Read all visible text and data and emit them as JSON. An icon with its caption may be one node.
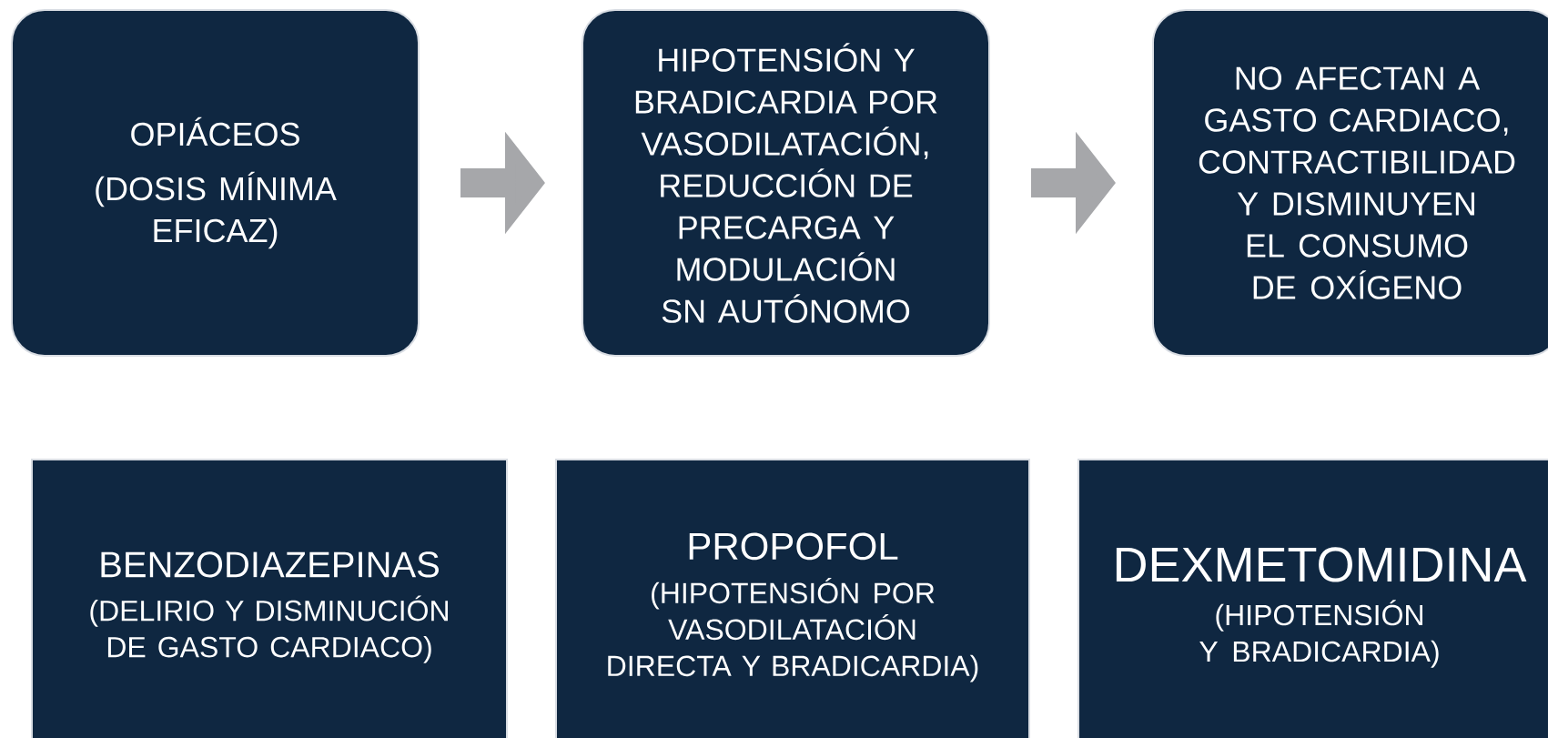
{
  "diagram": {
    "nodes": [
      {
        "text": [
          "OPIÁCEOS",
          "(DOSIS MÍNIMA EFICAZ)"
        ]
      },
      {
        "text": [
          "HIPOTENSIÓN Y BRADICARDIA POR VASODILATACIÓN, REDUCCIÓN DE PRECARGA Y MODULACIÓN SN AUTÓNOMO"
        ]
      },
      {
        "text": [
          "NO AFECTAN A GASTO CARDIACO, CONTRACTIBILIDAD Y DISMINUYEN EL CONSUMO DE OXÍGENO"
        ]
      },
      {
        "text": [
          "BENZODIAZEPINAS",
          "(DELIRIO Y DISMINUCIÓN DE GASTO CARDIACO)"
        ]
      },
      {
        "text": [
          "PROPOFOL",
          "(HIPOTENSIÓN POR VASODILATACIÓN DIRECTA Y BRADICARDIA)"
        ]
      },
      {
        "text": [
          "DEXMETOMIDINA",
          "(HIPOTENSIÓN Y BRADICARDIA)"
        ]
      }
    ],
    "edges": [
      {
        "from": 0,
        "to": 1,
        "arrow": "to"
      },
      {
        "from": 1,
        "to": 2,
        "arrow": "to"
      }
    ]
  }
}
